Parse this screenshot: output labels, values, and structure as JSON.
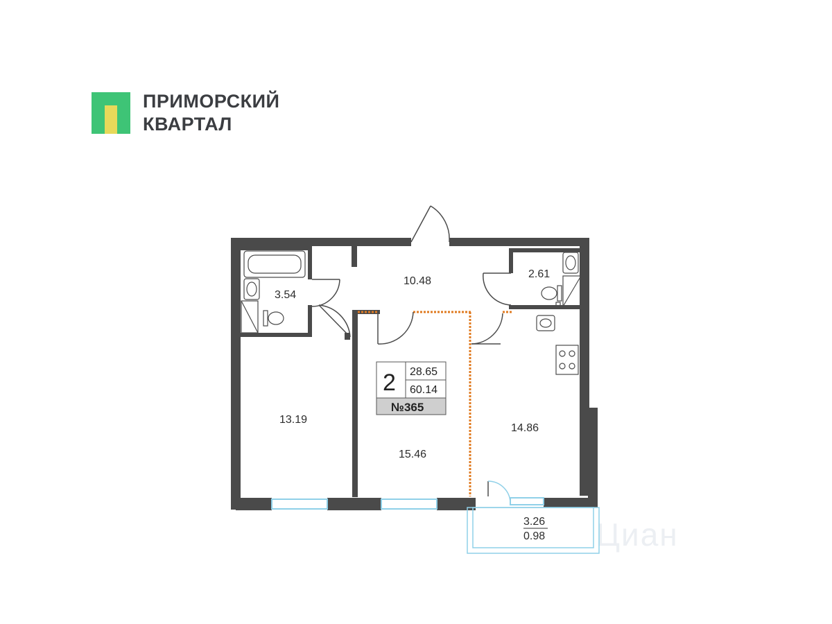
{
  "brand": {
    "line1": "ПРИМОРСКИЙ",
    "line2": "КВАРТАЛ",
    "accent_green": "#3ec476",
    "accent_yellow": "#e7d95a"
  },
  "rooms": {
    "bathroom": "3.54",
    "hallway": "10.48",
    "toilet": "2.61",
    "bedroom_left": "13.19",
    "bedroom_center": "15.46",
    "kitchen": "14.86",
    "balcony_top": "3.26",
    "balcony_bottom": "0.98"
  },
  "badge": {
    "rooms": "2",
    "living_area": "28.65",
    "total_area": "60.14",
    "apartment_number": "№365"
  },
  "watermark": "Циан",
  "colors": {
    "wall": "#4a4a4a",
    "partition_accent": "#e07b22",
    "window": "#8fd0e8",
    "badge_bg": "#cfcfcf"
  }
}
